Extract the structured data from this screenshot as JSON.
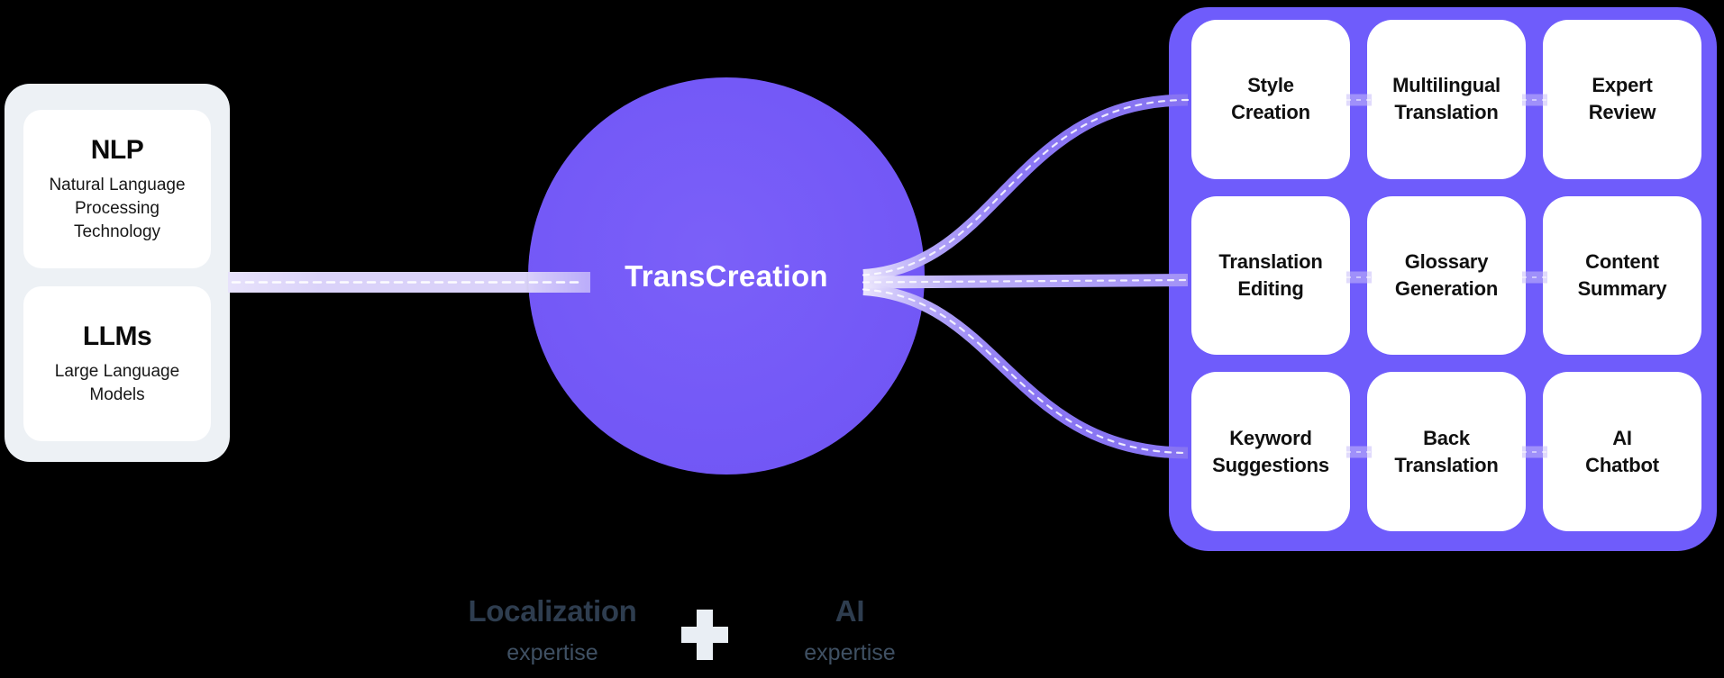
{
  "palette": {
    "background": "#000000",
    "circle_purple": "#7459F7",
    "grid_purple": "#6F5CFB",
    "branch_purple": "#8B77F3",
    "connector_lavender": "#DCD5FA",
    "panel_bg": "#EDF1F5",
    "card_bg": "#FFFFFF",
    "card_text": "#101010",
    "footer_title_color": "#2E3D4F",
    "footer_subtitle_color": "#3F5063",
    "plus_color": "#E9EEF4"
  },
  "left_panel": {
    "cards": [
      {
        "title": "NLP",
        "lines": [
          "Natural Language",
          "Processing",
          "Technology"
        ]
      },
      {
        "title": "LLMs",
        "lines": [
          "Large Language",
          "Models"
        ]
      }
    ]
  },
  "center": {
    "label": "TransCreation"
  },
  "grid": {
    "cards": [
      {
        "lines": [
          "Style",
          "Creation"
        ]
      },
      {
        "lines": [
          "Multilingual",
          "Translation"
        ]
      },
      {
        "lines": [
          "Expert",
          "Review"
        ]
      },
      {
        "lines": [
          "Translation",
          "Editing"
        ]
      },
      {
        "lines": [
          "Glossary",
          "Generation"
        ]
      },
      {
        "lines": [
          "Content",
          "Summary"
        ]
      },
      {
        "lines": [
          "Keyword",
          "Suggestions"
        ]
      },
      {
        "lines": [
          "Back",
          "Translation"
        ]
      },
      {
        "lines": [
          "AI",
          "Chatbot"
        ]
      }
    ]
  },
  "footer": {
    "left": {
      "title": "Localization",
      "subtitle": "expertise"
    },
    "plus_icon": "plus-icon",
    "right": {
      "title": "AI",
      "subtitle": "expertise"
    }
  }
}
